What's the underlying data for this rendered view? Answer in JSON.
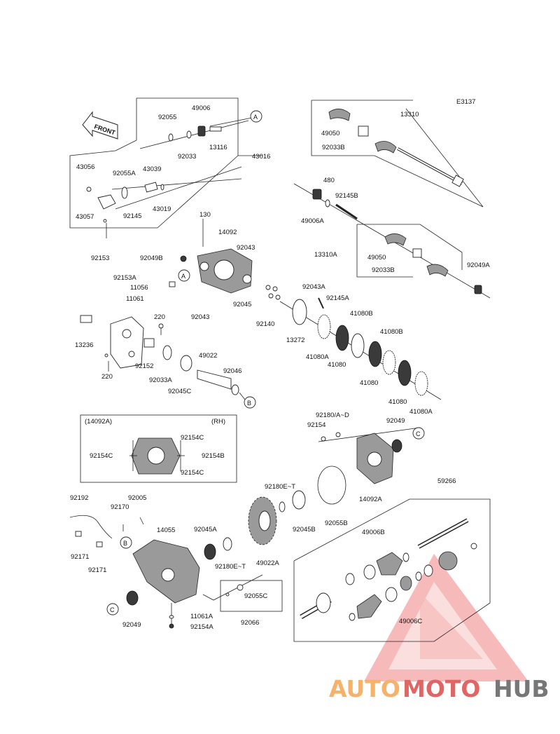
{
  "diagram_code": "E3137",
  "front_label": "FRONT",
  "callouts": {
    "a": "A",
    "b": "B",
    "c": "C"
  },
  "labels": {
    "p92055": "92055",
    "p49006": "49006",
    "p92033": "92033",
    "p13116": "13116",
    "p43016": "43016",
    "p43056": "43056",
    "p92055A": "92055A",
    "p43039": "43039",
    "p43057": "43057",
    "p92145": "92145",
    "p43019": "43019",
    "p92153": "92153",
    "p13310": "13310",
    "p49050": "49050",
    "p92033B": "92033B",
    "p480": "480",
    "p92145B": "92145B",
    "p49006A": "49006A",
    "p13310A": "13310A",
    "p49050b": "49050",
    "p92033Bb": "92033B",
    "p92049A": "92049A",
    "p130": "130",
    "p14092": "14092",
    "p92049B": "92049B",
    "p92043": "92043",
    "p92153A": "92153A",
    "p11056": "11056",
    "p92045": "92045",
    "p92043b": "92043",
    "p92140": "92140",
    "p92043A": "92043A",
    "p92145A": "92145A",
    "p41080B": "41080B",
    "p41080Bb": "41080B",
    "p13272": "13272",
    "p41080A": "41080A",
    "p41080": "41080",
    "p41080b": "41080",
    "p41080c": "41080",
    "p41080Ab": "41080A",
    "p11061": "11061",
    "p220": "220",
    "p13236": "13236",
    "p92152": "92152",
    "p49022": "49022",
    "p92046": "92046",
    "p92033A": "92033A",
    "p220b": "220",
    "p92045C": "92045C",
    "p14092A_box": "(14092A)",
    "pRH": "(RH)",
    "p92154C_1": "92154C",
    "p92154C_2": "92154C",
    "p92154B": "92154B",
    "p92154C_3": "92154C",
    "p92180AD": "92180/A~D",
    "p92154": "92154",
    "p92049": "92049",
    "p14092A": "14092A",
    "p92180ET": "92180E~T",
    "p92045B": "92045B",
    "p92055B": "92055B",
    "p59266": "59266",
    "p92192": "92192",
    "p92005": "92005",
    "p92170": "92170",
    "p14055": "14055",
    "p92045A": "92045A",
    "p92171": "92171",
    "p92171b": "92171",
    "p92180ETb": "92180E~T",
    "p49022A": "49022A",
    "p49006B": "49006B",
    "p92049b": "92049",
    "p92055C": "92055C",
    "p11061A": "11061A",
    "p92154A": "92154A",
    "p92066": "92066",
    "p49006C": "49006C"
  },
  "watermark": {
    "part1": "AUTO",
    "part2": "MOTO",
    "part3": "HUB"
  },
  "colors": {
    "triangle": "#f08080",
    "auto": "#f6b26b",
    "moto": "#e06666",
    "hub": "#777777"
  }
}
